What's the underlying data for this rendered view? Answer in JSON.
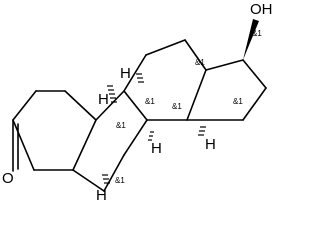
{
  "molecule": {
    "atoms": {
      "oxygen_ketone": "O",
      "oxygen_hydroxyl": "OH",
      "hydrogen_c5": "H",
      "hydrogen_c10": "H",
      "hydrogen_c9": "H",
      "hydrogen_c8": "H",
      "hydrogen_c14": "H"
    },
    "stereo_labels": {
      "c5": "&1",
      "c8": "&1",
      "c9": "&1",
      "c10": "&1",
      "c13": "&1",
      "c14": "&1",
      "c17": "&1"
    }
  }
}
